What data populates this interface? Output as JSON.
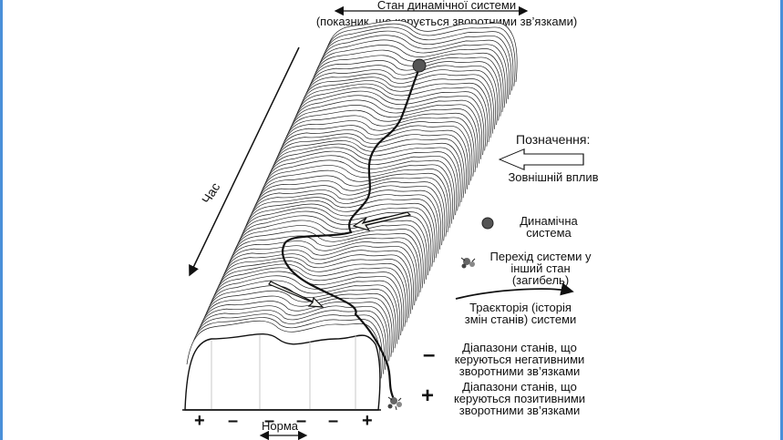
{
  "header": {
    "title": "Стан динамічної системи",
    "subtitle": "(показник, що керується зворотними зв’язками)"
  },
  "axis": {
    "time_label": "Час",
    "norm_label": "Норма",
    "signs": [
      "+",
      "–",
      "–",
      "–",
      "–",
      "+"
    ]
  },
  "legend": {
    "title": "Позначення:",
    "items": [
      {
        "icon": "hollow-arrow-icon",
        "label": "Зовнішній вплив"
      },
      {
        "icon": "ball-icon",
        "label": "Динамічна система"
      },
      {
        "icon": "crash-icon",
        "label": "Перехід системи у інший стан (загибель)"
      },
      {
        "icon": "trajectory-arrow-icon",
        "label": "Траєкторія (історія змін станів) системи"
      },
      {
        "icon": "minus-icon",
        "symbol": "–",
        "label": "Діапазони станів, що керуються негативними зворотними зв’язками"
      },
      {
        "icon": "plus-icon",
        "symbol": "+",
        "label": "Діапазони станів, що керуються позитивними зворотними зв’язками"
      }
    ]
  },
  "colors": {
    "frame": "#4a90d9",
    "line": "#1a1a1a",
    "arrow_fill": "#f4f4ee",
    "ball": "#555555"
  }
}
